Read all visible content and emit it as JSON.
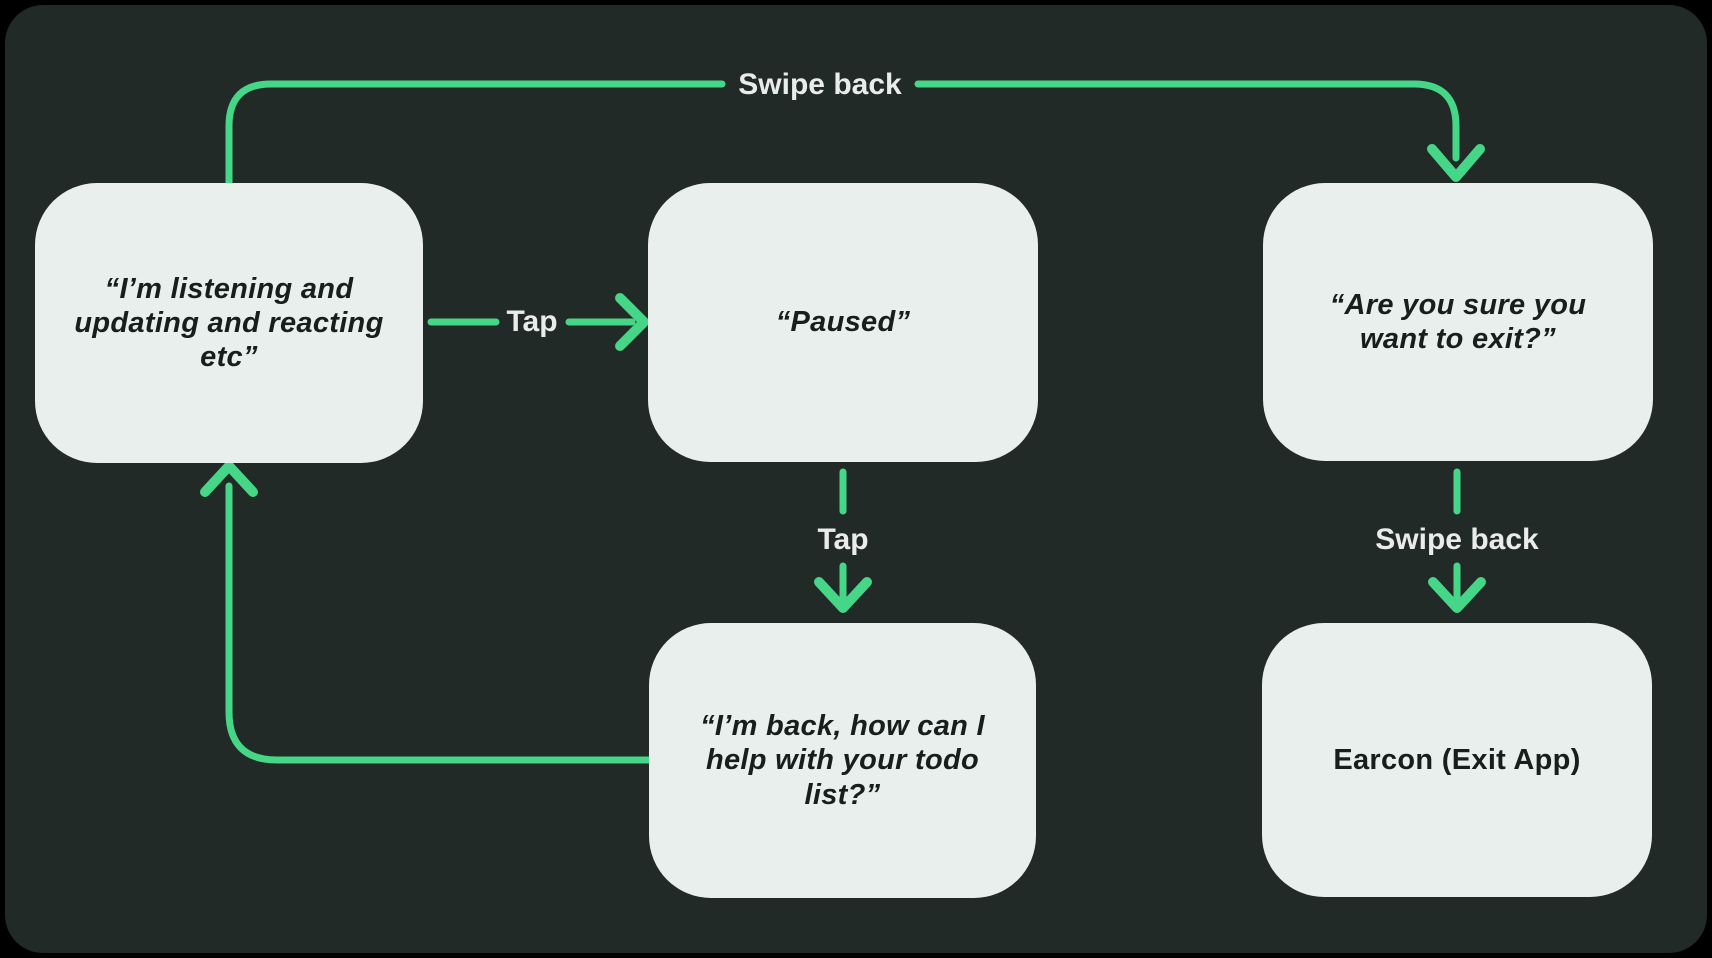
{
  "colors": {
    "frame_bg": "#000000",
    "panel_bg": "#222A27",
    "accent": "#45D787",
    "node_fill": "#E8EFEC",
    "node_text": "#191E1D",
    "label_text": "#E9ECEA"
  },
  "nodes": [
    {
      "id": "listening",
      "text": "“I’m listening and\nupdating and reacting\netc”",
      "quoted": true
    },
    {
      "id": "paused",
      "text": "“Paused”",
      "quoted": true
    },
    {
      "id": "exit-confirm",
      "text": "“Are you sure you\nwant to exit?”",
      "quoted": true
    },
    {
      "id": "back",
      "text": "“I’m back, how can I\nhelp with your todo\nlist?”",
      "quoted": true
    },
    {
      "id": "earcon",
      "text": "Earcon (Exit App)",
      "quoted": false
    }
  ],
  "edges": [
    {
      "id": "swipe-back-top",
      "label": "Swipe back",
      "from": "listening",
      "to": "exit-confirm"
    },
    {
      "id": "tap-right",
      "label": "Tap",
      "from": "listening",
      "to": "paused"
    },
    {
      "id": "tap-down",
      "label": "Tap",
      "from": "paused",
      "to": "back"
    },
    {
      "id": "swipe-back-down",
      "label": "Swipe back",
      "from": "exit-confirm",
      "to": "earcon"
    },
    {
      "id": "loop-back",
      "label": "",
      "from": "back",
      "to": "listening"
    }
  ]
}
